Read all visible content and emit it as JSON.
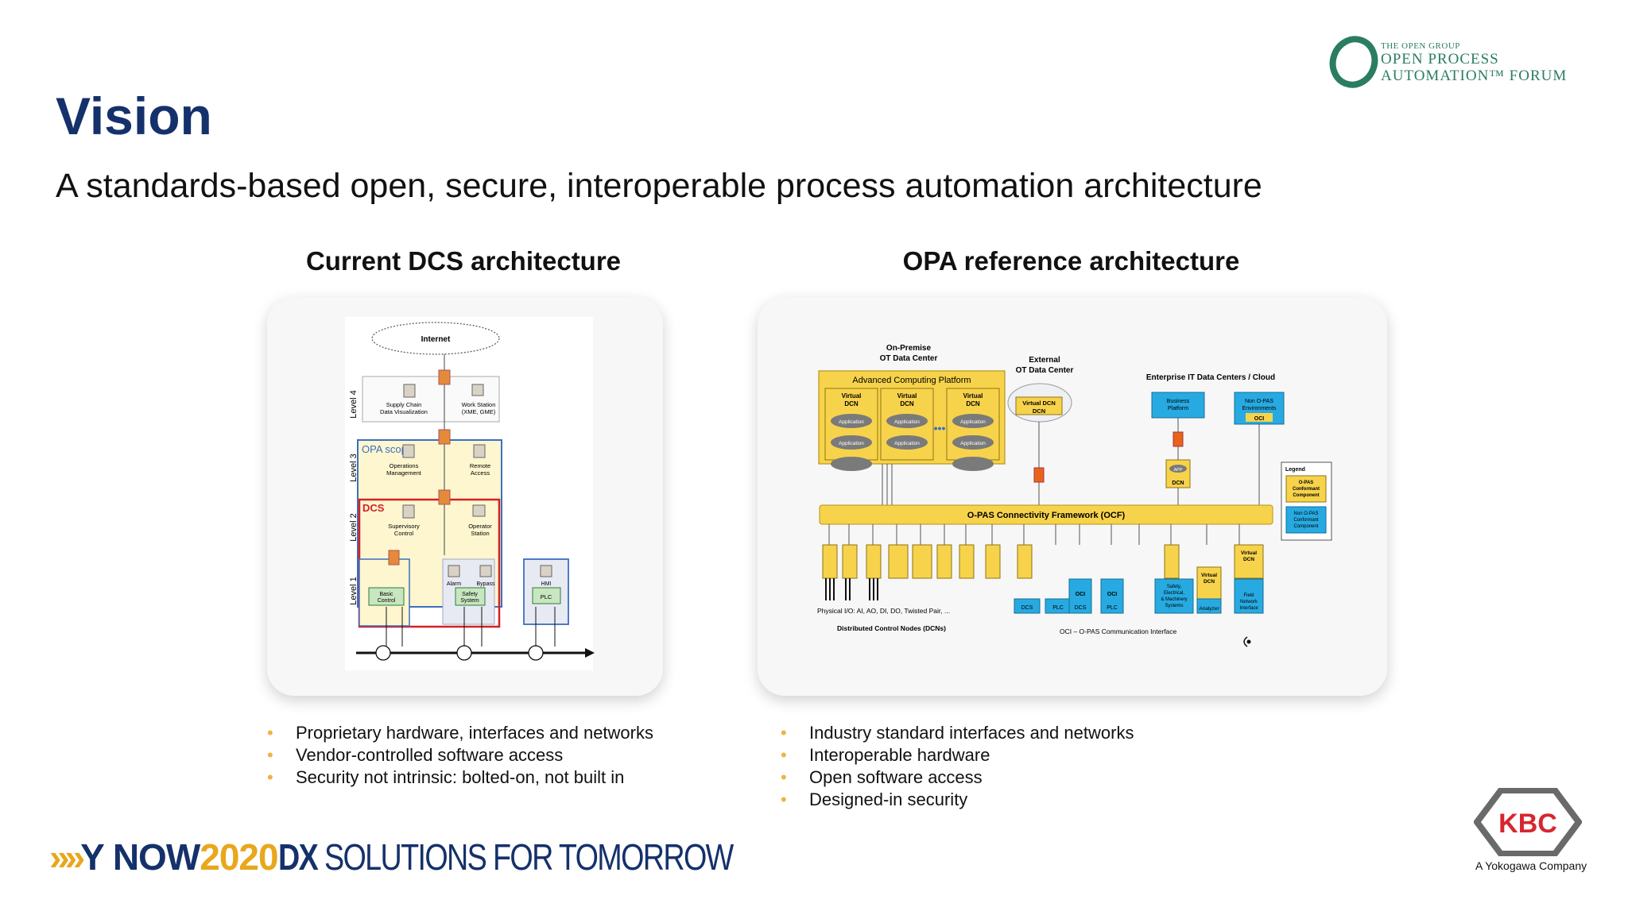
{
  "header": {
    "title": "Vision",
    "subtitle": "A standards-based open, secure, interoperable process automation architecture"
  },
  "logo_opa": {
    "line1": "THE OPEN GROUP",
    "line2": "OPEN PROCESS",
    "line3": "AUTOMATION™ FORUM"
  },
  "left_section": {
    "heading": "Current DCS architecture",
    "diagram": {
      "internet": "Internet",
      "level4": "Level 4",
      "level3": "Level 3",
      "level2": "Level 2",
      "level1": "Level 1",
      "supply_chain": [
        "Supply Chain",
        "Data Visualization"
      ],
      "work_station": [
        "Work Station",
        "(XME, GME)"
      ],
      "opa_scope": "OPA scope",
      "operations_mgmt": [
        "Operations",
        "Management"
      ],
      "remote_access": [
        "Remote",
        "Access"
      ],
      "dcs": "DCS",
      "supervisory": [
        "Supervisory",
        "Control"
      ],
      "operator_station": [
        "Operator",
        "Station"
      ],
      "basic_control": [
        "Basic",
        "Control"
      ],
      "alarm": "Alarm",
      "bypass": "Bypass",
      "safety_system": [
        "Safety",
        "System"
      ],
      "hmi": "HMI",
      "plc": "PLC"
    },
    "bullets": [
      "Proprietary hardware, interfaces and networks",
      "Vendor-controlled software access",
      "Security not intrinsic: bolted-on, not built in"
    ]
  },
  "right_section": {
    "heading": "OPA reference architecture",
    "diagram": {
      "on_premise": [
        "On-Premise",
        "OT Data Center"
      ],
      "external": [
        "External",
        "OT Data Center"
      ],
      "enterprise": "Enterprise IT Data Centers / Cloud",
      "acp": "Advanced Computing Platform",
      "virtual_dcn": [
        "Virtual",
        "DCN"
      ],
      "application": "Application",
      "virtual_dcn_inline": "Virtual DCN",
      "dcn": "DCN",
      "business_platform": [
        "Business",
        "Platform"
      ],
      "non_opas_env": [
        "Non O-PAS",
        "Environments"
      ],
      "oci": "OCI",
      "app": "APP",
      "legend": "Legend",
      "legend_conformant": [
        "O-PAS",
        "Conformant",
        "Component"
      ],
      "legend_nonconformant": [
        "Non O-PAS",
        "Conformant",
        "Component"
      ],
      "ocf": "O-PAS Connectivity Framework (OCF)",
      "physical_io": "Physical I/O: AI, AO, DI, DO, Twisted Pair, ...",
      "dcn_caption": "Distributed Control Nodes (DCNs)",
      "oci_caption": "OCI – O-PAS Communication Interface",
      "dcs": "DCS",
      "plc": "PLC",
      "safety": [
        "Safety,",
        "Electrical,",
        "& Machinery",
        "Systems"
      ],
      "analyzer": "Analyzer",
      "field_network": [
        "Field",
        "Network",
        "Interface"
      ]
    },
    "bullets": [
      "Industry standard interfaces and networks",
      "Interoperable hardware",
      "Open software access",
      "Designed-in security"
    ]
  },
  "footer": {
    "now_prefix": "NOW",
    "now_year": "2020",
    "solutions": "SOLUTIONS FOR TOMORROW",
    "kbc": "KBC",
    "kbc_sub": "A Yokogawa Company"
  },
  "colors": {
    "title_blue": "#15316b",
    "opa_green": "#2b7d60",
    "bullet_gold": "#f0b33e",
    "year_gold": "#e8a71c",
    "kbc_red": "#d7262e",
    "ocf_yellow": "#f7d34c",
    "cyan": "#27aae1"
  }
}
